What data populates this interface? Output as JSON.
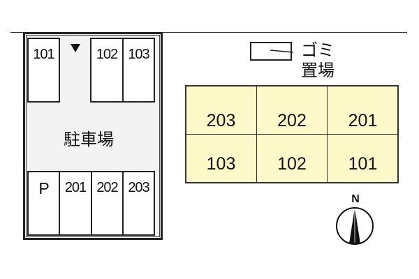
{
  "parking": {
    "label": "駐車場",
    "top_spaces": [
      "101",
      "102",
      "103"
    ],
    "bottom_spaces": [
      "P",
      "201",
      "202",
      "203"
    ],
    "entrance_marker": "down-triangle"
  },
  "garbage": {
    "label_line1": "ゴミ",
    "label_line2": "置場"
  },
  "building": {
    "upper_units": [
      "203",
      "202",
      "201"
    ],
    "lower_units": [
      "103",
      "102",
      "101"
    ],
    "fill_color": "#fdf9c8"
  },
  "compass": {
    "label": "N"
  }
}
